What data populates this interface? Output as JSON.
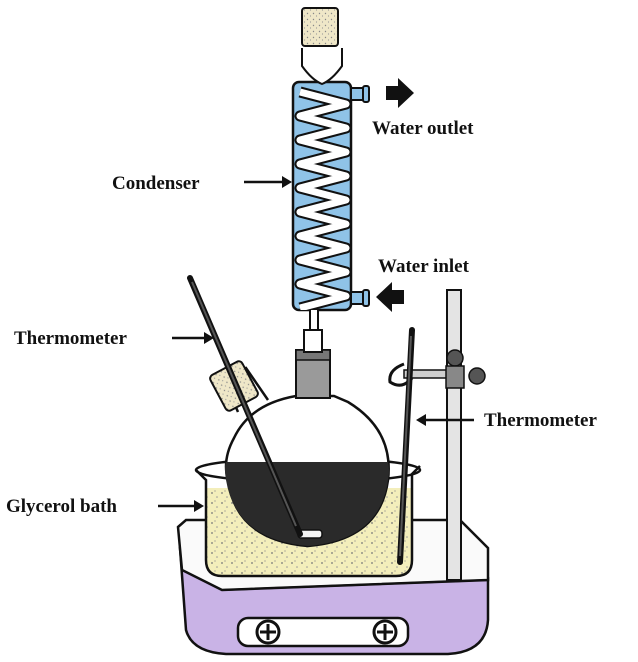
{
  "labels": {
    "water_outlet": "Water outlet",
    "condenser": "Condenser",
    "water_inlet": "Water inlet",
    "thermometer_left": "Thermometer",
    "thermometer_right": "Thermometer",
    "glycerol_bath": "Glycerol bath"
  },
  "colors": {
    "outline": "#111111",
    "condenser_water": "#8fc3e8",
    "condenser_coil": "#ffffff",
    "flask_liquid": "#2a2a2a",
    "glycerol": "#f3eebb",
    "hotplate_top": "#fafafa",
    "hotplate_base": "#c9b3e6",
    "stand_rod": "#d6d6d6",
    "joint_gray": "#9a9a9a",
    "stopper": "#efe7c8"
  },
  "icons": {
    "outlet_arrow": "right-arrow-icon",
    "inlet_arrow": "left-arrow-icon"
  }
}
